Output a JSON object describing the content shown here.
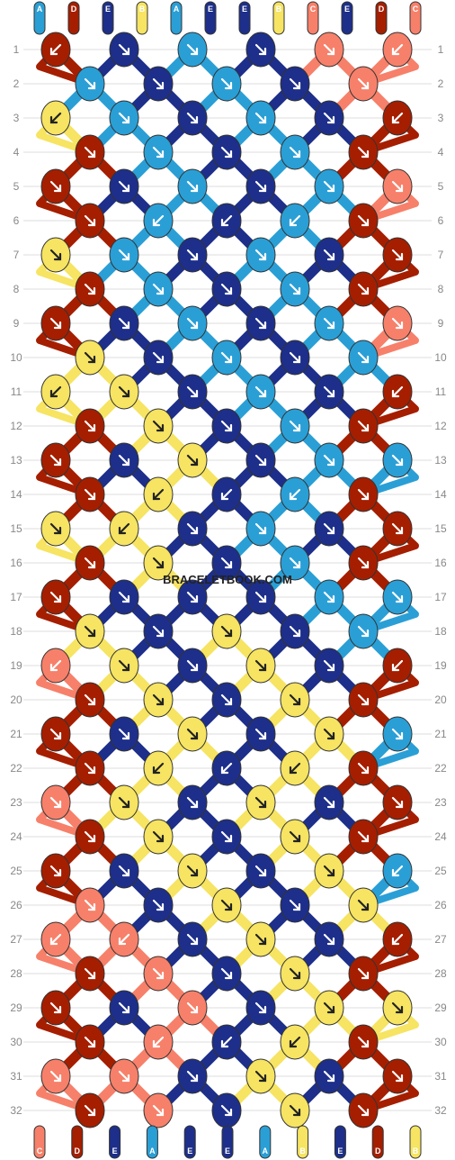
{
  "watermark": "BRACELETBOOK.COM",
  "row_numbers": [
    "1",
    "2",
    "3",
    "4",
    "5",
    "6",
    "7",
    "8",
    "9",
    "10",
    "11",
    "12",
    "13",
    "14",
    "15",
    "16",
    "17",
    "18",
    "19",
    "20",
    "21",
    "22",
    "23",
    "24",
    "25",
    "26",
    "27",
    "28",
    "29",
    "30",
    "31",
    "32"
  ],
  "strands_top": [
    "A",
    "D",
    "E",
    "B",
    "A",
    "E",
    "E",
    "B",
    "C",
    "E",
    "D",
    "C"
  ],
  "strands_bottom": [
    "C",
    "D",
    "E",
    "A",
    "E",
    "E",
    "A",
    "B",
    "E",
    "D",
    "B"
  ],
  "colors": {
    "A": "#2a9fd6",
    "B": "#f6e462",
    "C": "#f7806a",
    "D": "#a51e00",
    "E": "#1d2f8a",
    "grid": "#dddddd",
    "knot_outline": "#333333"
  },
  "knots": [
    [
      "D",
      "E",
      "A",
      "E",
      "C",
      "C"
    ],
    [
      "A",
      "E",
      "A",
      "E",
      "C"
    ],
    [
      "B",
      "A",
      "E",
      "A",
      "E",
      "D"
    ],
    [
      "D",
      "A",
      "E",
      "A",
      "D"
    ],
    [
      "D",
      "E",
      "A",
      "E",
      "A",
      "C"
    ],
    [
      "D",
      "A",
      "E",
      "A",
      "D"
    ],
    [
      "B",
      "A",
      "E",
      "A",
      "E",
      "D"
    ],
    [
      "D",
      "A",
      "E",
      "A",
      "D"
    ],
    [
      "D",
      "E",
      "A",
      "E",
      "A",
      "C"
    ],
    [
      "B",
      "E",
      "A",
      "E",
      "A"
    ],
    [
      "B",
      "B",
      "E",
      "A",
      "E",
      "D"
    ],
    [
      "D",
      "B",
      "E",
      "A",
      "D"
    ],
    [
      "D",
      "E",
      "B",
      "E",
      "A",
      "A"
    ],
    [
      "D",
      "B",
      "E",
      "A",
      "D"
    ],
    [
      "B",
      "B",
      "E",
      "A",
      "E",
      "D"
    ],
    [
      "D",
      "B",
      "E",
      "A",
      "D"
    ],
    [
      "D",
      "E",
      "E",
      "E",
      "A",
      "A"
    ],
    [
      "B",
      "E",
      "B",
      "E",
      "A"
    ],
    [
      "C",
      "B",
      "E",
      "B",
      "E",
      "D"
    ],
    [
      "D",
      "B",
      "E",
      "B",
      "D"
    ],
    [
      "D",
      "E",
      "B",
      "E",
      "B",
      "A"
    ],
    [
      "D",
      "B",
      "E",
      "B",
      "D"
    ],
    [
      "C",
      "B",
      "E",
      "B",
      "E",
      "D"
    ],
    [
      "D",
      "B",
      "E",
      "B",
      "D"
    ],
    [
      "D",
      "E",
      "B",
      "E",
      "B",
      "A"
    ],
    [
      "C",
      "E",
      "B",
      "E",
      "B"
    ],
    [
      "C",
      "C",
      "E",
      "B",
      "E",
      "D"
    ],
    [
      "D",
      "C",
      "E",
      "B",
      "D"
    ],
    [
      "D",
      "E",
      "C",
      "E",
      "B",
      "B"
    ],
    [
      "D",
      "C",
      "E",
      "B",
      "D"
    ],
    [
      "C",
      "C",
      "E",
      "B",
      "E",
      "D"
    ],
    [
      "D",
      "C",
      "E",
      "B",
      "D"
    ]
  ],
  "arrows": [
    [
      "sw",
      "se",
      "se",
      "se",
      "se",
      "sw"
    ],
    [
      "se",
      "se",
      "se",
      "se",
      "se"
    ],
    [
      "sw",
      "se",
      "se",
      "se",
      "se",
      "sw"
    ],
    [
      "se",
      "se",
      "se",
      "se",
      "se"
    ],
    [
      "se",
      "se",
      "se",
      "se",
      "se",
      "se"
    ],
    [
      "se",
      "sw",
      "sw",
      "sw",
      "se"
    ],
    [
      "se",
      "se",
      "se",
      "se",
      "se",
      "se"
    ],
    [
      "se",
      "se",
      "se",
      "se",
      "se"
    ],
    [
      "se",
      "se",
      "se",
      "se",
      "se",
      "se"
    ],
    [
      "se",
      "se",
      "se",
      "se",
      "se"
    ],
    [
      "sw",
      "se",
      "se",
      "se",
      "se",
      "sw"
    ],
    [
      "se",
      "se",
      "se",
      "se",
      "se"
    ],
    [
      "se",
      "se",
      "se",
      "se",
      "se",
      "se"
    ],
    [
      "se",
      "sw",
      "sw",
      "sw",
      "se"
    ],
    [
      "se",
      "sw",
      "se",
      "se",
      "se",
      "se"
    ],
    [
      "se",
      "se",
      "se",
      "se",
      "se"
    ],
    [
      "se",
      "se",
      "se",
      "se",
      "se",
      "se"
    ],
    [
      "se",
      "se",
      "se",
      "se",
      "se"
    ],
    [
      "sw",
      "se",
      "se",
      "se",
      "se",
      "sw"
    ],
    [
      "se",
      "se",
      "se",
      "se",
      "se"
    ],
    [
      "se",
      "se",
      "se",
      "se",
      "se",
      "se"
    ],
    [
      "se",
      "sw",
      "sw",
      "sw",
      "se"
    ],
    [
      "se",
      "se",
      "se",
      "se",
      "se",
      "se"
    ],
    [
      "se",
      "se",
      "se",
      "se",
      "se"
    ],
    [
      "se",
      "se",
      "se",
      "se",
      "se",
      "sw"
    ],
    [
      "se",
      "se",
      "se",
      "se",
      "se"
    ],
    [
      "sw",
      "sw",
      "se",
      "se",
      "se",
      "sw"
    ],
    [
      "se",
      "se",
      "se",
      "se",
      "se"
    ],
    [
      "se",
      "se",
      "se",
      "se",
      "se",
      "se"
    ],
    [
      "se",
      "sw",
      "sw",
      "sw",
      "se"
    ],
    [
      "se",
      "se",
      "se",
      "se",
      "se",
      "se"
    ],
    [
      "se",
      "se",
      "se",
      "se",
      "se"
    ]
  ]
}
